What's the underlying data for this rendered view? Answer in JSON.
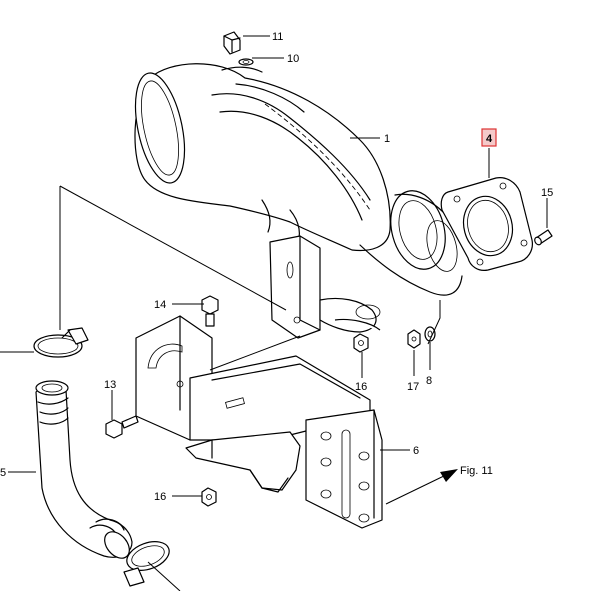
{
  "diagram": {
    "callouts": {
      "c1": "1",
      "c4": "4",
      "c5": "5",
      "c6": "6",
      "c8": "8",
      "c10": "10",
      "c11": "11",
      "c13": "13",
      "c14": "14",
      "c15": "15",
      "c16a": "16",
      "c16b": "16",
      "c17": "17"
    },
    "figure_reference": "Fig. 11",
    "highlight_color": "#d33333"
  }
}
